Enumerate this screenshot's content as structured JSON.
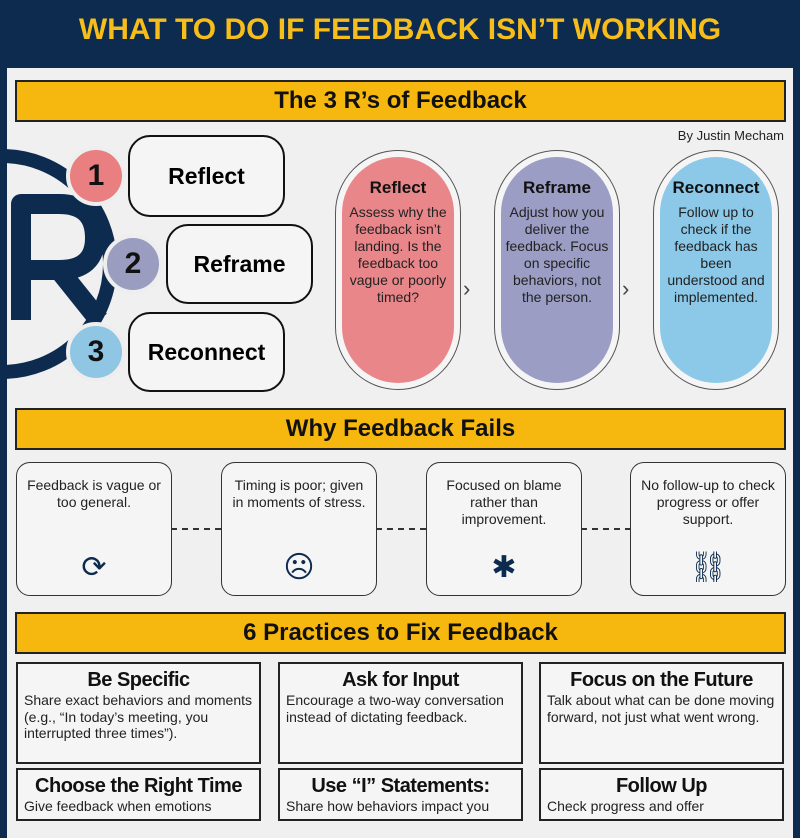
{
  "title": "WHAT TO DO IF FEEDBACK ISN’T WORKING",
  "section1": {
    "heading": "The 3 R’s of Feedback",
    "byline": "By Justin Mecham",
    "logo_letter": "R",
    "steps": [
      {
        "number": "1",
        "label": "Reflect",
        "color": "#e97f80"
      },
      {
        "number": "2",
        "label": "Reframe",
        "color": "#9a9cc0"
      },
      {
        "number": "3",
        "label": "Reconnect",
        "color": "#8ec6e4"
      }
    ],
    "capsules": [
      {
        "title": "Reflect",
        "text": "Assess why the feedback isn’t landing. Is the feedback too vague or poorly timed?",
        "color": "#e9868a"
      },
      {
        "title": "Reframe",
        "text": "Adjust how you deliver the feedback. Focus on specific behaviors, not the person.",
        "color": "#9b9dc4"
      },
      {
        "title": "Reconnect",
        "text": "Follow up to check if the feedback has been understood and implemented.",
        "color": "#8cc8e8"
      }
    ]
  },
  "section2": {
    "heading": "Why Feedback Fails",
    "items": [
      {
        "text": "Feedback is vague or too general.",
        "icon": "chat-cycle-icon"
      },
      {
        "text": "Timing is poor; given in moments of stress.",
        "icon": "stressed-person-icon"
      },
      {
        "text": "Focused on blame rather than improvement.",
        "icon": "blamed-person-icon"
      },
      {
        "text": "No follow-up to check progress or offer support.",
        "icon": "broken-chain-icon"
      }
    ]
  },
  "section3": {
    "heading": "6 Practices to Fix Feedback",
    "cards": [
      {
        "title": "Be Specific",
        "text": "Share exact behaviors and moments (e.g., “In today’s meeting, you interrupted three times”)."
      },
      {
        "title": "Ask for Input",
        "text": "Encourage a two-way conversation instead of dictating feedback."
      },
      {
        "title": "Focus on the Future",
        "text": "Talk about what can be done moving forward, not just what went wrong."
      },
      {
        "title": "Choose the Right Time",
        "text": "Give feedback when emotions"
      },
      {
        "title": "Use “I” Statements:",
        "text": "Share how behaviors impact you"
      },
      {
        "title": "Follow Up",
        "text": "Check progress and offer"
      }
    ]
  }
}
